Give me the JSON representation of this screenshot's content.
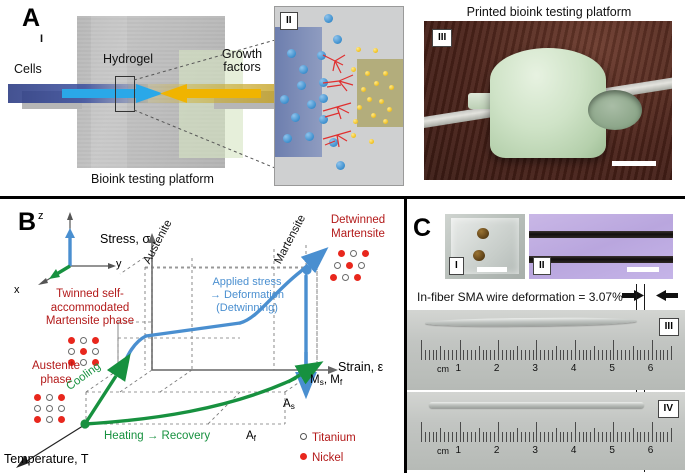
{
  "figure": {
    "panels": [
      "A",
      "B",
      "C"
    ]
  },
  "panelA": {
    "letter": "A",
    "sub_i_label": "I",
    "sub_ii_label": "II",
    "sub_iii_label": "III",
    "cells_label": "Cells",
    "hydrogel_label": "Hydrogel",
    "growth_factors_label": "Growth\nfactors",
    "growth_factors_line1": "Growth",
    "growth_factors_line2": "factors",
    "caption": "Bioink testing platform",
    "photo_caption": "Printed bioink testing platform",
    "colors": {
      "cells_flow": "#3d8fcd",
      "growth_flow": "#f0b400",
      "hydrogel": "#d6e5c4",
      "cell_zone": "#5c70a8",
      "gf_zone": "#a8a05c"
    }
  },
  "panelB": {
    "letter": "B",
    "axes_3d": {
      "x": "x",
      "y": "y",
      "z": "z"
    },
    "axis_stress": "Stress, σ",
    "axis_strain": "Strain, ε",
    "axis_temperature": "Temperature, T",
    "region_austenite": "Austenite",
    "region_martensite": "Martensite",
    "label_detwinned_l1": "Detwinned",
    "label_detwinned_l2": "Martensite",
    "label_twinned_l1": "Twinned self-",
    "label_twinned_l2": "accommodated",
    "label_twinned_l3": "Martensite phase",
    "label_austenite_l1": "Austenite",
    "label_austenite_l2": "phase",
    "applied_l1": "Applied stress",
    "applied_l2": "→ Deformation",
    "applied_l3": "(Detwinning)",
    "cooling_label": "Cooling",
    "heating_label": "Heating → Recovery",
    "marker_ms_mf": "M ,  M",
    "marker_ms": "M",
    "marker_ms_sub": "s",
    "marker_mf": "M",
    "marker_mf_sub": "f",
    "marker_as": "A",
    "marker_as_sub": "s",
    "marker_af": "A",
    "marker_af_sub": "f",
    "legend": [
      {
        "symbol": "open",
        "label": "Titanium"
      },
      {
        "symbol": "filled",
        "label": "Nickel"
      }
    ],
    "colors": {
      "stress_curve": "#4a8fd0",
      "temperature_curve": "#17913f",
      "phase_text": "#b31a1a",
      "nickel": "#e8271d",
      "titanium": "#ffffff"
    },
    "lattices": {
      "austenite": [
        [
          "r",
          "w",
          "r"
        ],
        [
          "w",
          "w",
          "w"
        ],
        [
          "r",
          "w",
          "r"
        ]
      ],
      "twinned": [
        [
          "r",
          "w",
          "r"
        ],
        [
          "w",
          "r",
          "w"
        ],
        [
          "r",
          "w",
          "r"
        ]
      ],
      "detwinned": [
        [
          "r",
          "w",
          "r"
        ],
        [
          "w",
          "r",
          "w"
        ],
        [
          "r",
          "w",
          "r"
        ]
      ]
    }
  },
  "panelC": {
    "letter": "C",
    "sub_i_label": "I",
    "sub_ii_label": "II",
    "sub_iii_label": "III",
    "sub_iv_label": "IV",
    "deformation_text": "In-fiber SMA wire deformation = 3.07%",
    "deformation_value": "3.07%",
    "ruler_unit": "cm",
    "ruler_ticks": [
      "1",
      "2",
      "3",
      "4",
      "5",
      "6"
    ]
  }
}
